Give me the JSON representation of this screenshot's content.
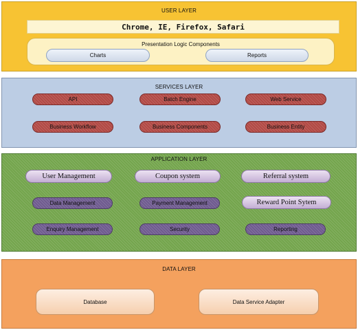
{
  "user_layer": {
    "title": "USER LAYER",
    "browsers": "Chrome, IE, Firefox, Safari",
    "presentation": {
      "title": "Presentation Logic Components",
      "items": [
        "Charts",
        "Reports"
      ]
    }
  },
  "services_layer": {
    "title": "SERVICES LAYER",
    "items": [
      "API",
      "Batch Engine",
      "Web Service",
      "Business Workflow",
      "Business Components",
      "Business Entity"
    ]
  },
  "application_layer": {
    "title": "APPLICATION LAYER",
    "items": [
      "User Management",
      "Coupon system",
      "Referral system",
      "Data Management",
      "Payment Management",
      "Reward Point Sytem",
      "Enquiry Management",
      "Security",
      "Reporting"
    ]
  },
  "data_layer": {
    "title": "DATA LAYER",
    "items": [
      "Database",
      "Data Service Adapter"
    ]
  },
  "colors": {
    "user_layer": "#f7c333",
    "services_layer": "#bccde4",
    "application_layer": "#74a54d",
    "data_layer": "#f4a15e",
    "service_pill": "#b24a45",
    "app_pill_light": "#c3aed4",
    "app_pill_dark": "#6f5b8f"
  }
}
